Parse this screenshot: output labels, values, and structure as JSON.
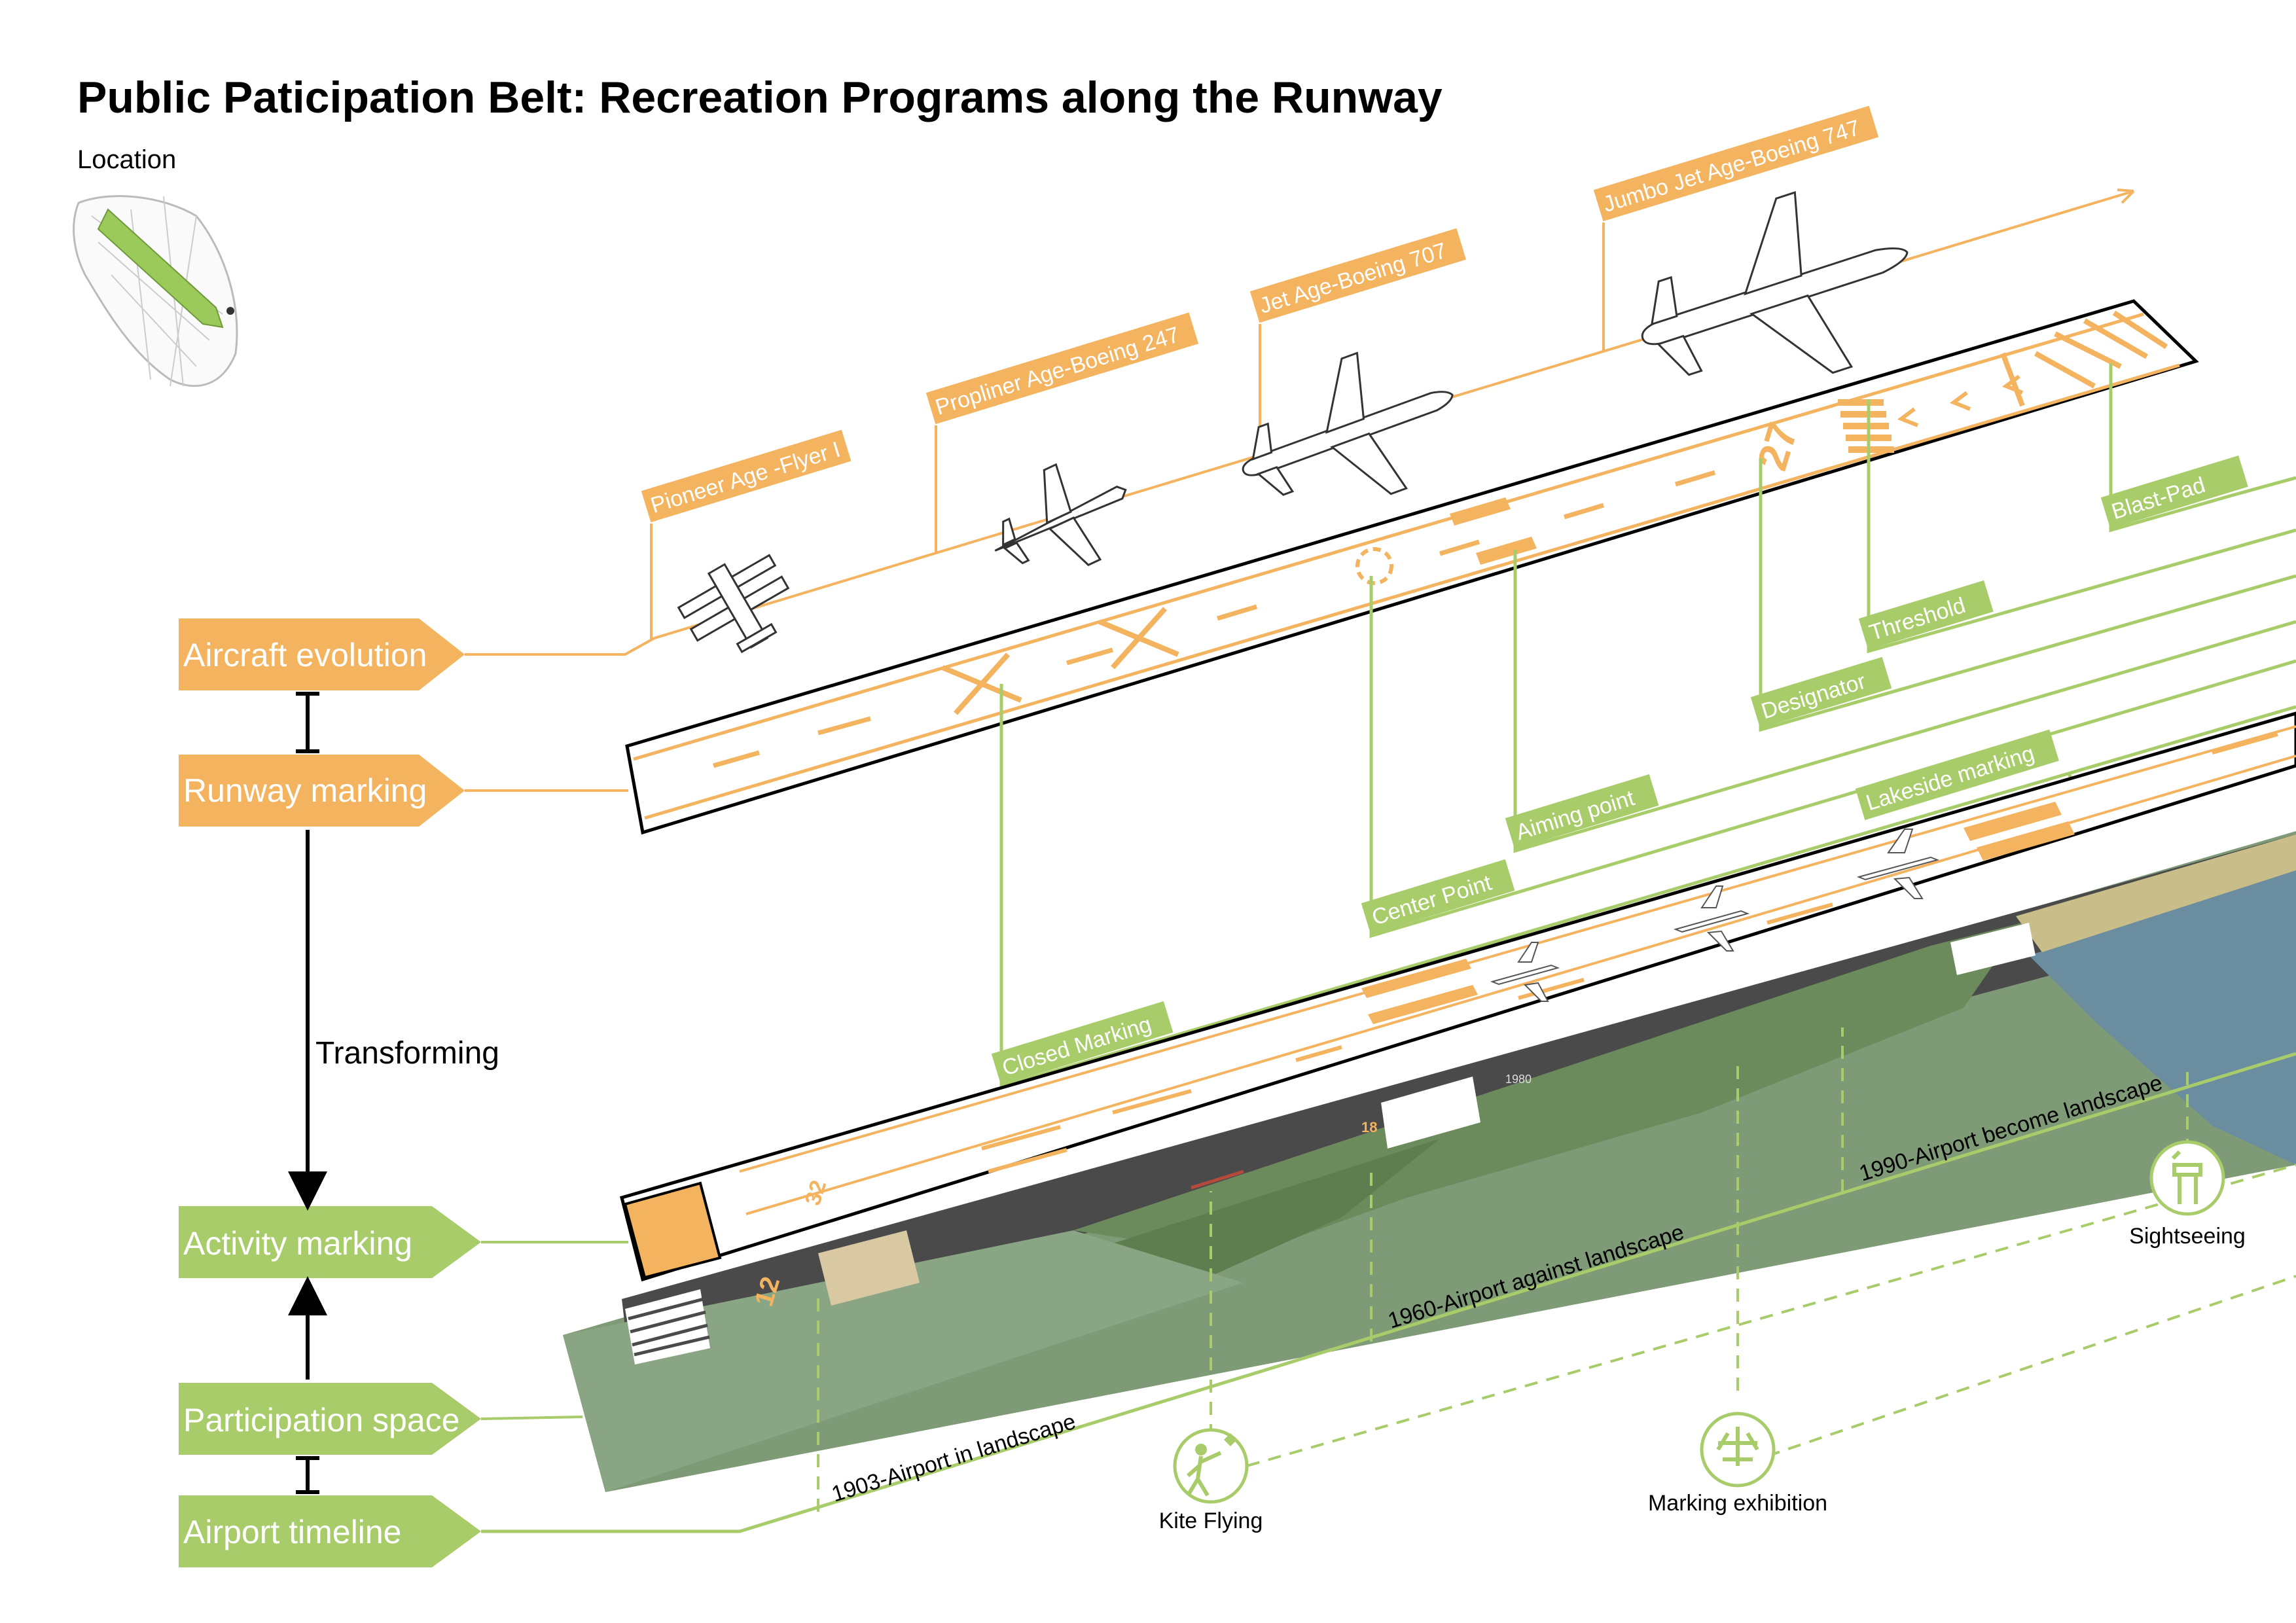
{
  "title": "Public Paticipation Belt: Recreation Programs along the Runway",
  "location_label": "Location",
  "colors": {
    "orange": "#f4b35f",
    "green": "#a8cc6a",
    "dark": "#000000",
    "asphalt": "#4a4a4a",
    "grass": "#7f9a76",
    "water": "#6a8ea0"
  },
  "left_tags": {
    "aircraft_evolution": "Aircraft evolution",
    "runway_marking": "Runway marking",
    "transforming": "Transforming",
    "activity_marking": "Activity marking",
    "participation_space": "Participation space",
    "airport_timeline": "Airport timeline"
  },
  "aircraft_ages": [
    "Pioneer Age -Flyer I",
    "Propliner Age-Boeing 247",
    "Jet Age-Boeing 707",
    "Jumbo Jet Age-Boeing 747"
  ],
  "marking_callouts": {
    "blast_pad": "Blast-Pad",
    "threshold": "Threshold",
    "designator": "Designator",
    "aiming_point": "Aiming point",
    "center_point": "Center Point",
    "closed_marking": "Closed Marking",
    "lakeside_marking": "Lakeside marking"
  },
  "runway_designator": "27",
  "activity_numbers": [
    "32",
    "12"
  ],
  "timeline": [
    "1903-Airport in landscape",
    "1960-Airport against landscape",
    "1990-Airport become landscape"
  ],
  "activities": {
    "kite_flying": "Kite Flying",
    "marking_exhibition": "Marking exhibition",
    "sightseeing": "Sightseeing"
  },
  "runway_small_marks": [
    "18",
    "1980"
  ]
}
